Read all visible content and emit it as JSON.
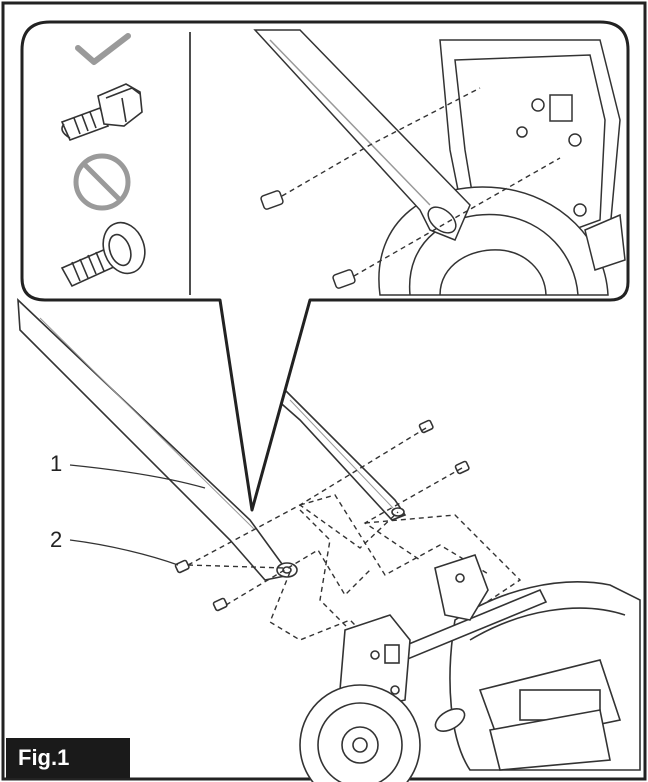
{
  "callouts": [
    {
      "number": "1"
    },
    {
      "number": "2"
    }
  ],
  "figure_label": "Fig.1",
  "icons": [
    "check-mark-icon",
    "prohibited-icon",
    "correct-bolt-icon",
    "incorrect-screw-icon"
  ]
}
